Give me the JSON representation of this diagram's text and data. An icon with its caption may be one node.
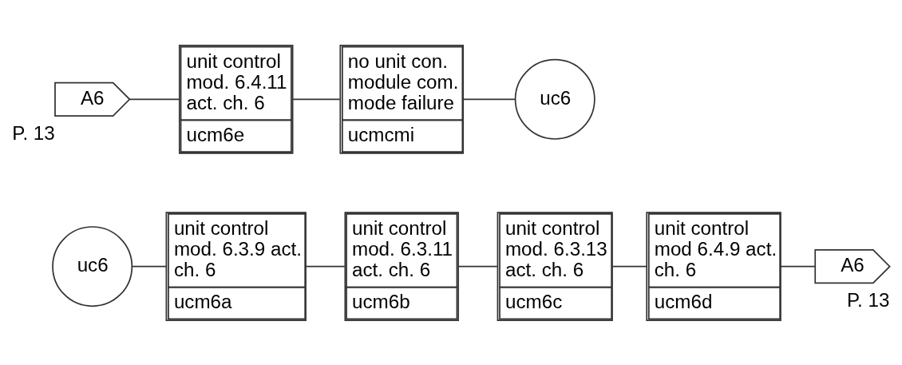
{
  "diagram": {
    "nodes": [
      {
        "text": [
          "uc6"
        ]
      },
      {
        "text": [
          "unit control mod. 6.3.9 act. ch. 6",
          "ucm6a"
        ]
      },
      {
        "text": [
          "unit control mod. 6.3.11 act. ch. 6",
          "ucm6b"
        ]
      },
      {
        "text": [
          "unit control mod. 6.3.13 act. ch. 6",
          "ucm6c"
        ]
      },
      {
        "text": [
          "unit control mod 6.4.9 act. ch. 6",
          "ucm6d"
        ]
      },
      {
        "text": [
          "A6"
        ],
        "beside": [
          "P. 13"
        ]
      },
      {
        "text": [
          "A6"
        ],
        "beside": [
          "P. 13"
        ]
      },
      {
        "text": [
          "unit control mod. 6.4.11 act. ch. 6",
          "ucm6e"
        ]
      },
      {
        "text": [
          "no unit con. module com. mode failure",
          "ucmcmi"
        ]
      },
      {
        "text": [
          "uc6"
        ]
      }
    ],
    "edges": [
      {
        "from": 0,
        "to": 1,
        "arrow": "none"
      },
      {
        "from": 1,
        "to": 2,
        "arrow": "none"
      },
      {
        "from": 2,
        "to": 3,
        "arrow": "none"
      },
      {
        "from": 3,
        "to": 4,
        "arrow": "none"
      },
      {
        "from": 4,
        "to": 5,
        "arrow": "none"
      },
      {
        "from": 6,
        "to": 7,
        "arrow": "none"
      },
      {
        "from": 7,
        "to": 8,
        "arrow": "none"
      },
      {
        "from": 8,
        "to": 9,
        "arrow": "none"
      }
    ]
  }
}
